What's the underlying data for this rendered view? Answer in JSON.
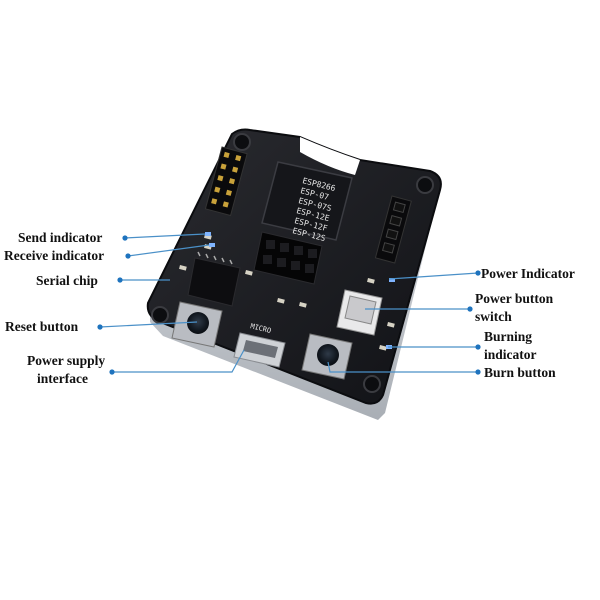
{
  "labels": {
    "send_indicator": "Send indicator",
    "receive_indicator": "Receive indicator",
    "serial_chip": "Serial chip",
    "reset_button": "Reset button",
    "power_supply_interface_line1": "Power supply",
    "power_supply_interface_line2": "interface",
    "power_indicator": "Power Indicator",
    "power_button_switch_line1": "Power button",
    "power_button_switch_line2": "switch",
    "burning_indicator_line1": "Burning",
    "burning_indicator_line2": "indicator",
    "burn_button": "Burn button"
  },
  "board_silkscreen": {
    "module_names": [
      "ESP8266",
      "ESP-07",
      "ESP-07S",
      "ESP-12E",
      "ESP-12F",
      "ESP-12S"
    ],
    "usb_label": "MICRO"
  },
  "colors": {
    "board": "#1b1c20",
    "leader_line": "#4a90c8",
    "leader_dot": "#1e73be",
    "label_text": "#111111"
  }
}
